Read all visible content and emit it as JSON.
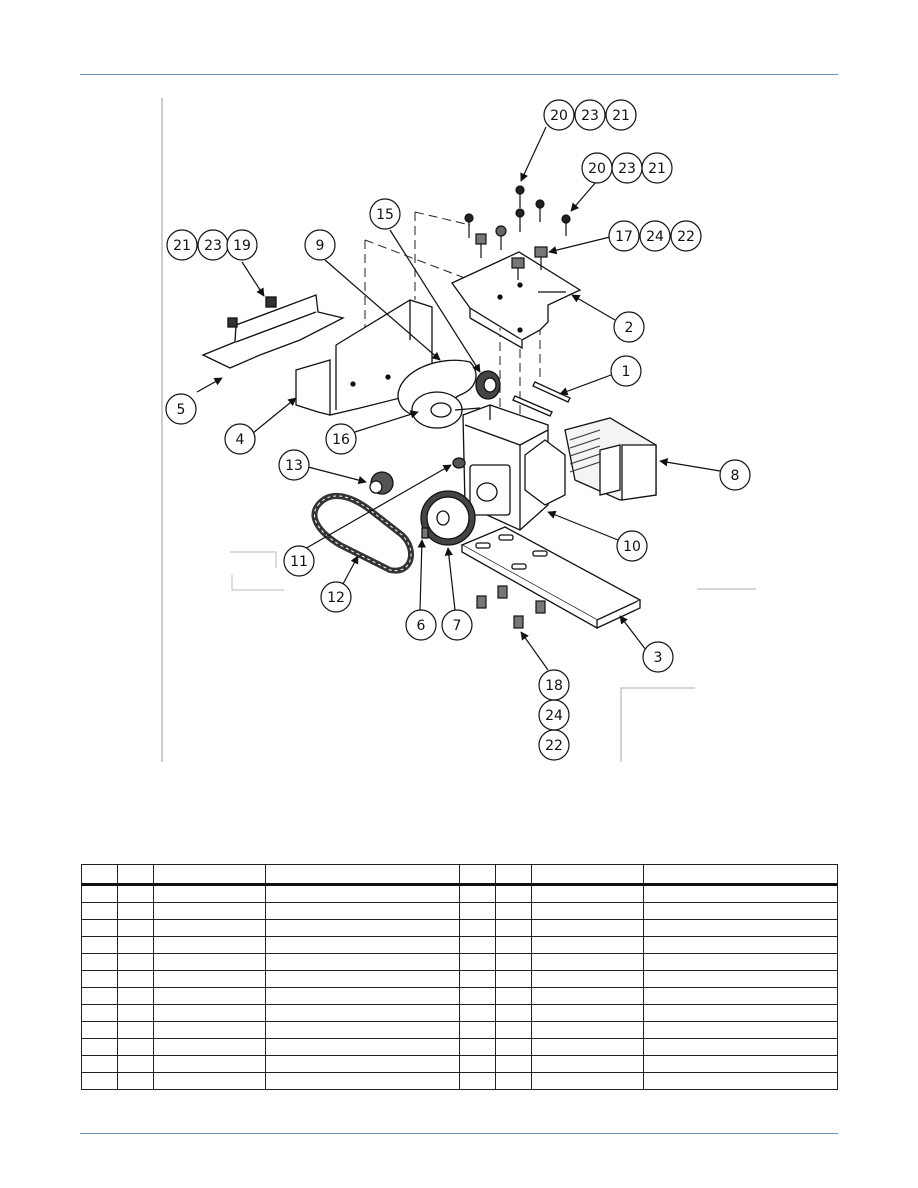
{
  "callouts": [
    {
      "label": "20"
    },
    {
      "label": "23"
    },
    {
      "label": "21"
    },
    {
      "label": "20"
    },
    {
      "label": "23"
    },
    {
      "label": "21"
    },
    {
      "label": "17"
    },
    {
      "label": "24"
    },
    {
      "label": "22"
    },
    {
      "label": "15"
    },
    {
      "label": "9"
    },
    {
      "label": "21"
    },
    {
      "label": "23"
    },
    {
      "label": "19"
    },
    {
      "label": "2"
    },
    {
      "label": "1"
    },
    {
      "label": "5"
    },
    {
      "label": "4"
    },
    {
      "label": "16"
    },
    {
      "label": "8"
    },
    {
      "label": "13"
    },
    {
      "label": "10"
    },
    {
      "label": "11"
    },
    {
      "label": "12"
    },
    {
      "label": "6"
    },
    {
      "label": "7"
    },
    {
      "label": "3"
    },
    {
      "label": "18"
    },
    {
      "label": "24"
    },
    {
      "label": "22"
    }
  ],
  "parts_table": {
    "columns": 8,
    "rows": 12,
    "header": [
      "",
      "",
      "",
      "",
      "",
      "",
      "",
      ""
    ],
    "cells": []
  }
}
